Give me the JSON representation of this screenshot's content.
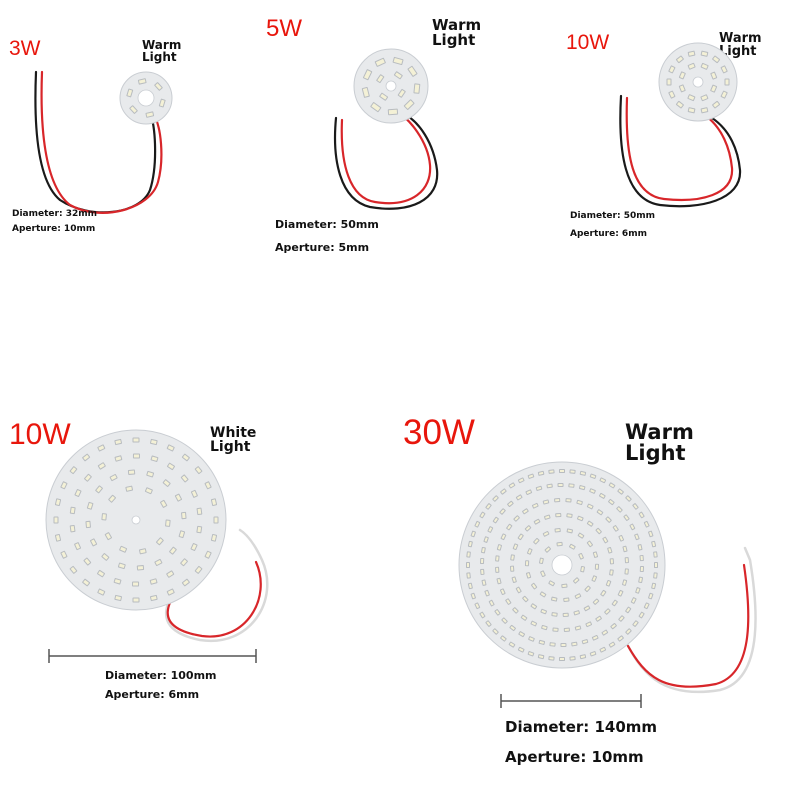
{
  "colors": {
    "power_label": "#e8160c",
    "pcb": "#e8eaec",
    "pcb_edge": "#c9cdd2",
    "led": "#f4f1d6",
    "led_frame": "#b8bcc0",
    "wire_red": "#d8262a",
    "wire_black": "#1a1a1a",
    "wire_white": "#d9d9d9",
    "ruler": "#555555"
  },
  "products": [
    {
      "power": "3W",
      "light": "Warm Light",
      "diameter": "Diameter: 32mm",
      "aperture": "Aperture: 10mm",
      "icon": "led-pcb-3w"
    },
    {
      "power": "5W",
      "light": "Warm Light",
      "diameter": "Diameter: 50mm",
      "aperture": "Aperture: 5mm",
      "icon": "led-pcb-5w"
    },
    {
      "power": "10W",
      "light": "Warm Light",
      "diameter": "Diameter: 50mm",
      "aperture": "Aperture: 6mm",
      "icon": "led-pcb-10w-small"
    },
    {
      "power": "10W",
      "light": "White Light",
      "diameter": "Diameter: 100mm",
      "aperture": "Aperture: 6mm",
      "icon": "led-pcb-10w-large"
    },
    {
      "power": "30W",
      "light": "Warm Light",
      "diameter": "Diameter: 140mm",
      "aperture": "Aperture: 10mm",
      "icon": "led-pcb-30w"
    }
  ]
}
